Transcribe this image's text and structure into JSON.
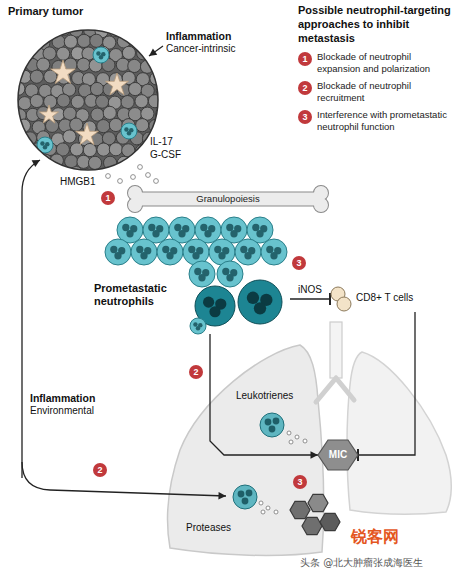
{
  "diagram": {
    "title": "Possible neutrophil-targeting approaches to inhibit metastasis",
    "nodes": [
      {
        "text": [
          "Primary tumor"
        ]
      },
      {
        "text": [
          "Granulopoiesis"
        ]
      },
      {
        "text": [
          "Prometastatic neutrophils"
        ]
      },
      {
        "text": [
          "CD8+ T cells"
        ]
      },
      {
        "text": [
          "MIC"
        ]
      }
    ],
    "edges": [
      {
        "from": 2,
        "to": 3,
        "label": "iNOS",
        "arrow": "to"
      },
      {
        "from": 3,
        "to": 4,
        "arrow": "to"
      },
      {
        "from": 2,
        "to": 4,
        "arrow": "to"
      }
    ],
    "labels": [
      "Inflammation",
      "Cancer-intrinsic",
      "IL-17",
      "G-CSF",
      "HMGB1",
      "1",
      "3",
      "2",
      "Leukotrienes",
      "3",
      "Proteases",
      "Inflammation",
      "Environmental",
      "2",
      "1",
      "2",
      "3",
      "头条 @北大肿瘤张成海医生",
      "锐客网"
    ],
    "legend": [
      {
        "text": "Blockade of neutrophil expansion and polarization"
      },
      {
        "text": "Blockade of neutrophil recruitment"
      },
      {
        "text": "Interference with prometastatic neutrophil function"
      }
    ]
  }
}
